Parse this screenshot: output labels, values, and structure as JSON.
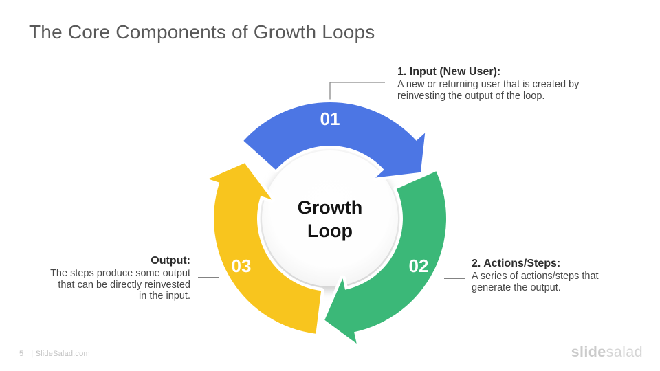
{
  "slide": {
    "title": "The Core Components of Growth Loops",
    "page_number": "5",
    "footer_text": "| SlideSalad.com",
    "logo_part1": "slide",
    "logo_part2": "salad"
  },
  "diagram": {
    "center_line1": "Growth",
    "center_line2": "Loop",
    "steps": [
      {
        "number": "01",
        "color": "#4C76E4",
        "title": "1. Input (New User):",
        "description": "A new or returning user that is created by\nreinvesting the output of the loop."
      },
      {
        "number": "02",
        "color": "#3BB878",
        "title": "2. Actions/Steps:",
        "description": "A series of actions/steps that\ngenerate the output."
      },
      {
        "number": "03",
        "color": "#F8C51E",
        "title": "Output:",
        "description": "The steps produce some output\nthat can be directly reinvested\nin the input."
      }
    ]
  }
}
